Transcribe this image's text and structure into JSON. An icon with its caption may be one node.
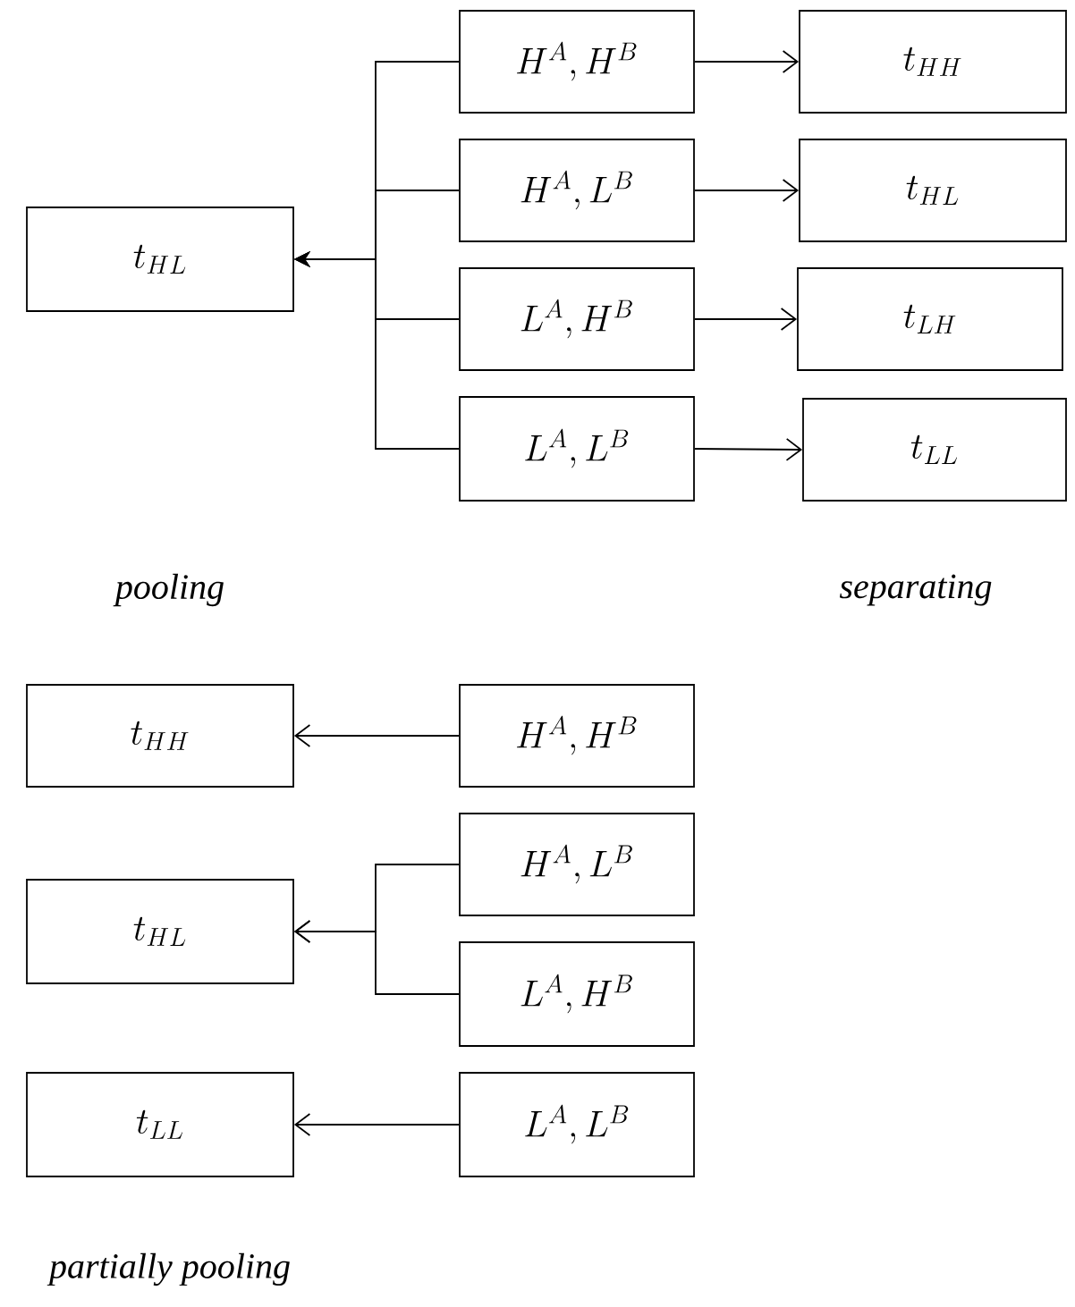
{
  "diagram": {
    "nodes": [
      {
        "text": [
          "t_{HL}"
        ]
      },
      {
        "text": [
          "H^{A},H^{B}"
        ]
      },
      {
        "text": [
          "t_{HH}"
        ]
      },
      {
        "text": [
          "H^{A},L^{B}"
        ]
      },
      {
        "text": [
          "t_{HL}"
        ]
      },
      {
        "text": [
          "L^{A},H^{B}"
        ]
      },
      {
        "text": [
          "t_{LH}"
        ]
      },
      {
        "text": [
          "L^{A},L^{B}"
        ]
      },
      {
        "text": [
          "t_{LL}"
        ]
      },
      {
        "text": [
          "t_{HH}"
        ]
      },
      {
        "text": [
          "H^{A},H^{B}"
        ]
      },
      {
        "text": [
          "t_{HL}"
        ]
      },
      {
        "text": [
          "H^{A},L^{B}"
        ]
      },
      {
        "text": [
          "L^{A},H^{B}"
        ]
      },
      {
        "text": [
          "t_{LL}"
        ]
      },
      {
        "text": [
          "L^{A},L^{B}"
        ]
      }
    ],
    "edges": [
      {
        "from": 1,
        "to": 0,
        "arrow": "to"
      },
      {
        "from": 3,
        "to": 0,
        "arrow": "to"
      },
      {
        "from": 5,
        "to": 0,
        "arrow": "to"
      },
      {
        "from": 7,
        "to": 0,
        "arrow": "to"
      },
      {
        "from": 1,
        "to": 2,
        "arrow": "to"
      },
      {
        "from": 3,
        "to": 4,
        "arrow": "to"
      },
      {
        "from": 5,
        "to": 6,
        "arrow": "to"
      },
      {
        "from": 7,
        "to": 8,
        "arrow": "to"
      },
      {
        "from": 10,
        "to": 9,
        "arrow": "to"
      },
      {
        "from": 12,
        "to": 11,
        "arrow": "to"
      },
      {
        "from": 13,
        "to": 11,
        "arrow": "to"
      },
      {
        "from": 15,
        "to": 14,
        "arrow": "to"
      }
    ],
    "labels": [
      "pooling",
      "separating",
      "partially pooling"
    ]
  }
}
